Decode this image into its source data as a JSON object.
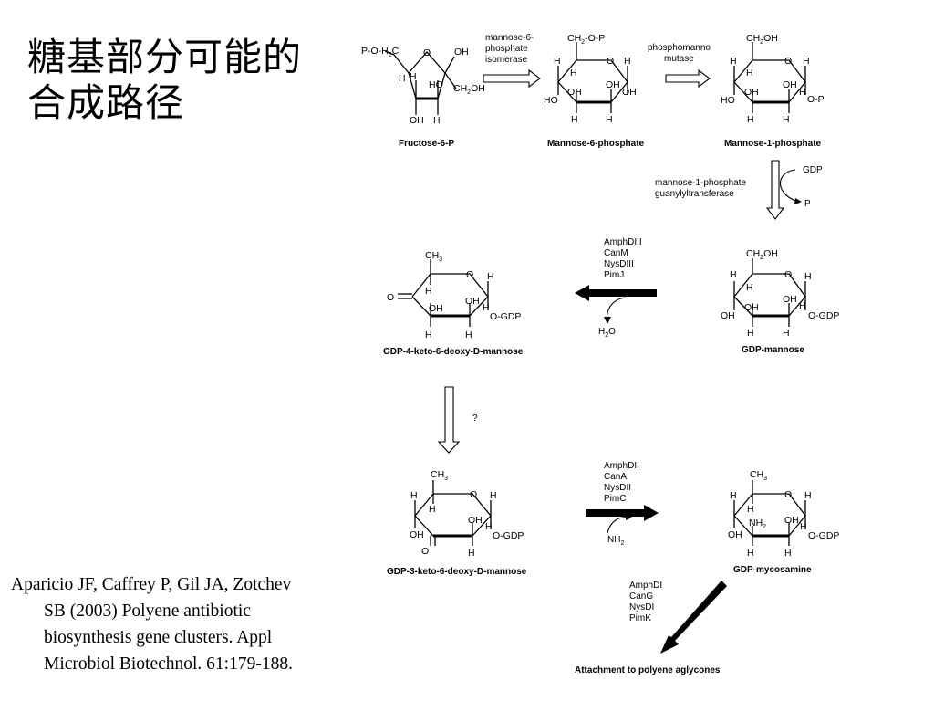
{
  "slide": {
    "title_line1": "糖基部分可能的",
    "title_line2": "合成路径"
  },
  "citation": {
    "line1": "Aparicio JF, Caffrey P, Gil JA, Zotchev",
    "line2": "SB (2003) Polyene antibiotic",
    "line3": "biosynthesis gene clusters. Appl",
    "line4": "Microbiol Biotechnol. 61:179-188."
  },
  "pathway": {
    "compounds": {
      "fructose_6p": "Fructose-6-P",
      "mannose_6p": "Mannose-6-phosphate",
      "mannose_1p": "Mannose-1-phosphate",
      "gdp_mannose": "GDP-mannose",
      "gdp_4keto": "GDP-4-keto-6-deoxy-D-mannose",
      "gdp_3keto": "GDP-3-keto-6-deoxy-D-mannose",
      "gdp_mycosamine": "GDP-mycosamine",
      "final": "Attachment to polyene aglycones"
    },
    "enzymes": {
      "step1_line1": "mannose-6-",
      "step1_line2": "phosphate",
      "step1_line3": "isomerase",
      "step2_line1": "phosphomanno",
      "step2_line2": "mutase",
      "step3_line1": "mannose-1-phosphate",
      "step3_line2": "guanylyltransferase",
      "step4": [
        "AmphDIII",
        "CanM",
        "NysDIII",
        "PimJ"
      ],
      "step5": "?",
      "step6": [
        "AmphDII",
        "CanA",
        "NysDII",
        "PimC"
      ],
      "step7": [
        "AmphDI",
        "CanG",
        "NysDI",
        "PimK"
      ]
    },
    "cofactors": {
      "gdp": "GDP",
      "p": "P",
      "water": "H",
      "water_sub": "2",
      "water_o": "O",
      "ammonia": "NH",
      "ammonia_sub": "2"
    },
    "atoms": {
      "H": "H",
      "OH": "OH",
      "HO": "HO",
      "O": "O",
      "CH2OH": "CH",
      "O_P": "O-P",
      "O_GDP": "O-GDP",
      "CH3": "CH",
      "NH2": "NH",
      "P_O_H2C": "P-O-H",
      "C": "C",
      "CH2_O_P": "CH",
      "sub2": "2",
      "sub3": "3",
      "OH_sfx": "OH",
      "O_P_sfx": "-O-P"
    }
  }
}
